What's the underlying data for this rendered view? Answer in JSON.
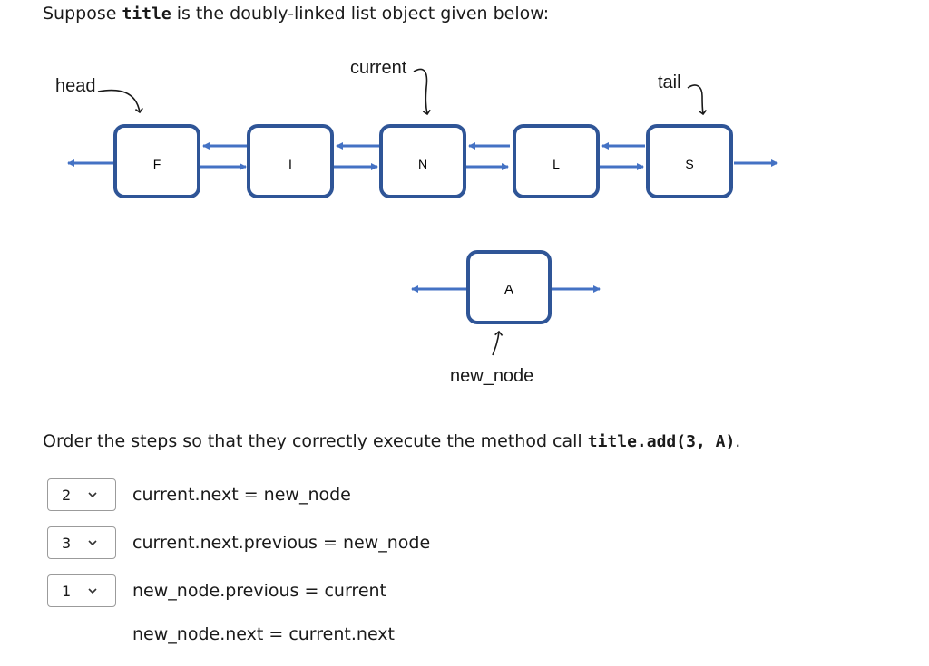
{
  "question": {
    "prefix": "Suppose ",
    "code_obj": "title",
    "suffix": " is the doubly-linked list object given below:"
  },
  "diagram": {
    "nodes": [
      "F",
      "I",
      "N",
      "L",
      "S"
    ],
    "new_node_value": "A",
    "labels": {
      "head": "head",
      "current": "current",
      "tail": "tail",
      "new_node": "new_node"
    },
    "colors": {
      "node_border": "#2f5597",
      "arrow": "#4472c4",
      "pointer": "#1a1a1a"
    }
  },
  "instruction": {
    "prefix": "Order the steps so that they correctly execute the method call ",
    "code": "title.add(3, A)",
    "suffix": "."
  },
  "steps": [
    {
      "selected": "2",
      "text": "current.next = new_node"
    },
    {
      "selected": "3",
      "text": "current.next.previous = new_node"
    },
    {
      "selected": "1",
      "text": "new_node.previous = current"
    },
    {
      "selected": "",
      "text": "new_node.next = current.next"
    }
  ]
}
